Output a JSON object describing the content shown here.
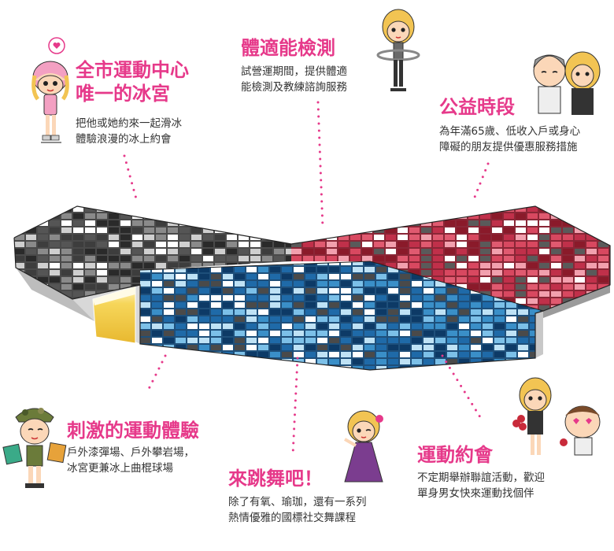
{
  "theme": {
    "accent": "#e6398a",
    "text": "#333333",
    "building_gray": "#5a5a5a",
    "building_red": "#c0304a",
    "building_blue": "#3a8fc8",
    "window_yellow": "#f3d35a"
  },
  "features": [
    {
      "id": "ice-palace",
      "title_lines": [
        "全市運動中心",
        "唯一的冰宮"
      ],
      "desc_lines": [
        "把他或她約來一起滑冰",
        "體驗浪漫的冰上約會"
      ],
      "icon": "skater-girl-heart-icon"
    },
    {
      "id": "fitness-test",
      "title_lines": [
        "體適能檢測"
      ],
      "desc_lines": [
        "試營運期間，提供體適",
        "能檢測及教練諮詢服務"
      ],
      "icon": "hula-hoop-girl-icon"
    },
    {
      "id": "charity-hours",
      "title_lines": [
        "公益時段"
      ],
      "desc_lines": [
        "為年滿65歲、低收入戶或身心",
        "障礙的朋友提供優惠服務措施"
      ],
      "icon": "elderly-couple-icon"
    },
    {
      "id": "exciting-sports",
      "title_lines": [
        "刺激的運動體驗"
      ],
      "desc_lines": [
        "戶外漆彈場、戶外攀岩場，",
        "冰宮更兼冰上曲棍球場"
      ],
      "icon": "camo-girl-icon"
    },
    {
      "id": "dance",
      "title_lines": [
        "來跳舞吧！"
      ],
      "desc_lines": [
        "除了有氧、瑜珈，還有一系列",
        "熱情優雅的國標社交舞課程"
      ],
      "icon": "dancer-girl-icon"
    },
    {
      "id": "sports-date",
      "title_lines": [
        "運動約會"
      ],
      "desc_lines": [
        "不定期舉辦聯誼活動，歡迎",
        "單身男女快來運動找個伴"
      ],
      "icon": "dating-couple-icon"
    }
  ],
  "building": {
    "name": "sports-center-building-illustration"
  }
}
